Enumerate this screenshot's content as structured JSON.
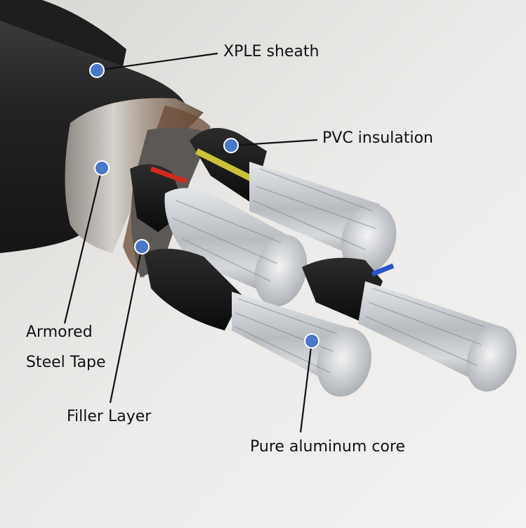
{
  "labels": {
    "xple_sheath": "XPLE sheath",
    "pvc_insulation": "PVC insulation",
    "armored_line1": "Armored",
    "armored_line2": "Steel Tape",
    "filler_layer": "Filler Layer",
    "aluminum_core": "Pure aluminum core"
  },
  "colors": {
    "background": "#ecebe9",
    "marker": "#4a78c8",
    "leader_line": "#111111",
    "sheath": "#2a2a2a",
    "armor_tape": "#b9b4ae",
    "insulation": "#151515",
    "aluminum": "#c9cdd1",
    "stripe_yellow_green": "#c9c23a",
    "stripe_red": "#d12a1e",
    "stripe_blue": "#2a55c8"
  },
  "icons": {
    "marker": "blue-dot-marker"
  }
}
